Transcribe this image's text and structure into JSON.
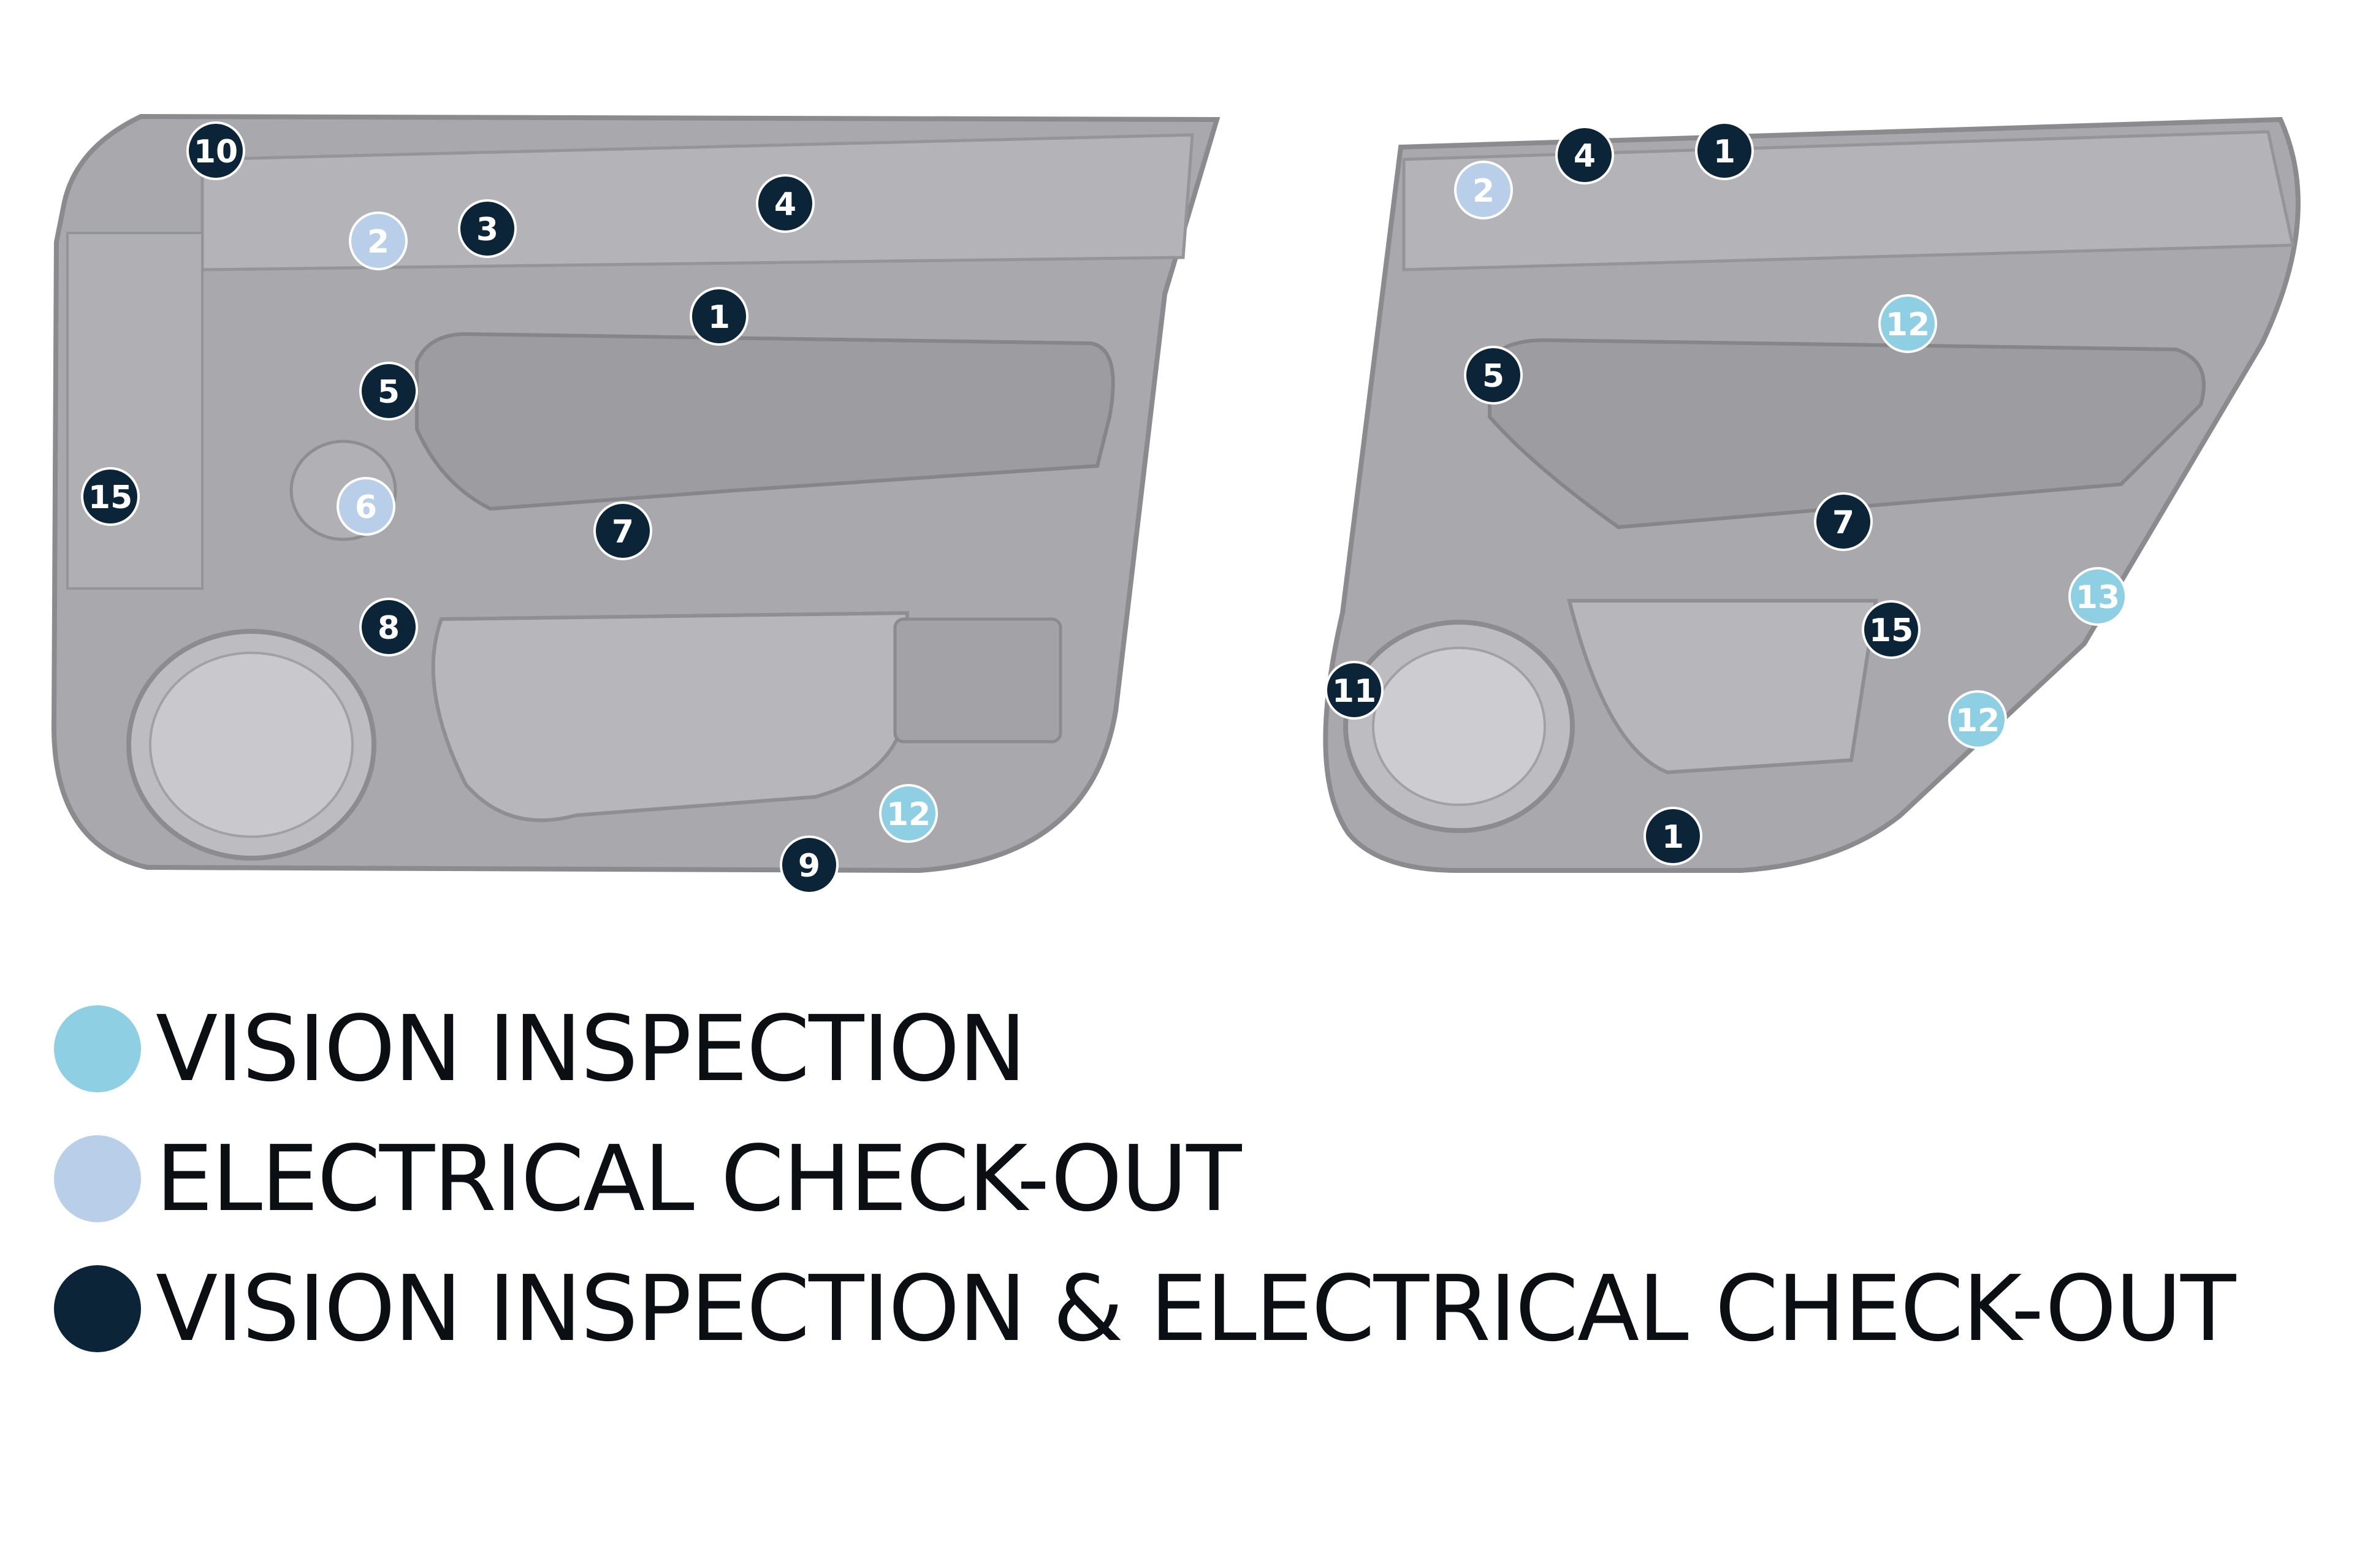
{
  "colors": {
    "vision_inspection": "#8ecfe3",
    "electrical_checkout": "#b9cfe9",
    "both": "#0b2438",
    "panel_fill": "#a9a9ad",
    "panel_stroke": "#8a8a8f"
  },
  "front_door": {
    "markers": [
      {
        "label": "10",
        "category": "both"
      },
      {
        "label": "2",
        "category": "electrical_checkout"
      },
      {
        "label": "3",
        "category": "both"
      },
      {
        "label": "4",
        "category": "both"
      },
      {
        "label": "1",
        "category": "both"
      },
      {
        "label": "5",
        "category": "both"
      },
      {
        "label": "15",
        "category": "both"
      },
      {
        "label": "6",
        "category": "electrical_checkout"
      },
      {
        "label": "7",
        "category": "both"
      },
      {
        "label": "8",
        "category": "both"
      },
      {
        "label": "12",
        "category": "vision_inspection"
      },
      {
        "label": "9",
        "category": "both"
      }
    ]
  },
  "rear_door": {
    "markers": [
      {
        "label": "4",
        "category": "both"
      },
      {
        "label": "1",
        "category": "both"
      },
      {
        "label": "2",
        "category": "electrical_checkout"
      },
      {
        "label": "12",
        "category": "vision_inspection"
      },
      {
        "label": "5",
        "category": "both"
      },
      {
        "label": "7",
        "category": "both"
      },
      {
        "label": "13",
        "category": "vision_inspection"
      },
      {
        "label": "15",
        "category": "both"
      },
      {
        "label": "11",
        "category": "both"
      },
      {
        "label": "12",
        "category": "vision_inspection"
      },
      {
        "label": "1",
        "category": "both"
      }
    ]
  },
  "legend": [
    {
      "category": "vision_inspection",
      "label": "VISION INSPECTION"
    },
    {
      "category": "electrical_checkout",
      "label": "ELECTRICAL CHECK-OUT"
    },
    {
      "category": "both",
      "label": "VISION INSPECTION & ELECTRICAL CHECK-OUT"
    }
  ]
}
